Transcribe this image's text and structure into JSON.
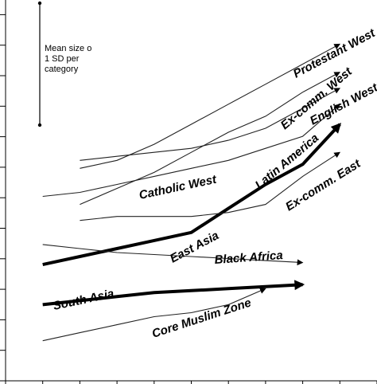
{
  "chart_data": {
    "type": "line",
    "title": "",
    "xlabel": "",
    "ylabel": "",
    "grid": false,
    "annotation": {
      "lines": [
        "Mean size o",
        "1 SD per",
        "category"
      ]
    },
    "series": [
      {
        "name": "Protestant West",
        "emphasis": "thin",
        "x": [
          2,
          3,
          4,
          5,
          6,
          7,
          8,
          9
        ],
        "y": [
          2.5,
          2.7,
          3.1,
          3.6,
          4.1,
          4.6,
          5.1,
          5.6
        ]
      },
      {
        "name": "Ex-comm. West",
        "emphasis": "thin",
        "x": [
          2,
          3,
          4,
          5,
          6,
          7,
          8,
          9
        ],
        "y": [
          1.6,
          2.0,
          2.4,
          2.9,
          3.4,
          3.8,
          4.4,
          4.9
        ]
      },
      {
        "name": "English West",
        "emphasis": "thin",
        "x": [
          2,
          3,
          4,
          5,
          6,
          7,
          8,
          9
        ],
        "y": [
          2.7,
          2.8,
          2.9,
          3.0,
          3.2,
          3.5,
          4.0,
          4.5
        ]
      },
      {
        "name": "Catholic West",
        "emphasis": "thin",
        "x": [
          1,
          2,
          3,
          4,
          5,
          6,
          7,
          8,
          9
        ],
        "y": [
          1.8,
          1.9,
          2.1,
          2.3,
          2.5,
          2.7,
          3.0,
          3.3,
          4.1
        ]
      },
      {
        "name": "Latin America",
        "emphasis": "bold",
        "x": [
          1,
          2,
          3,
          4,
          5,
          6,
          7,
          8,
          9
        ],
        "y": [
          0.1,
          0.3,
          0.5,
          0.7,
          0.9,
          1.5,
          2.1,
          2.6,
          3.6
        ]
      },
      {
        "name": "Ex-comm. East",
        "emphasis": "thin",
        "x": [
          2,
          3,
          4,
          5,
          6,
          7,
          8,
          9
        ],
        "y": [
          1.2,
          1.3,
          1.3,
          1.3,
          1.4,
          1.6,
          2.3,
          2.9
        ]
      },
      {
        "name": "Black Africa",
        "emphasis": "thin",
        "x": [
          1,
          2,
          3,
          4,
          5,
          6,
          7,
          8
        ],
        "y": [
          0.6,
          0.5,
          0.4,
          0.35,
          0.3,
          0.25,
          0.2,
          0.15
        ]
      },
      {
        "name": "South Asia",
        "emphasis": "bold",
        "x": [
          1,
          2,
          3,
          4,
          5,
          6,
          7,
          8
        ],
        "y": [
          -0.9,
          -0.8,
          -0.7,
          -0.6,
          -0.55,
          -0.5,
          -0.45,
          -0.4
        ]
      },
      {
        "name": "Core Muslim Zone",
        "emphasis": "thin",
        "x": [
          1,
          2,
          3,
          4,
          5,
          6,
          7
        ],
        "y": [
          -1.8,
          -1.6,
          -1.4,
          -1.2,
          -1.1,
          -0.9,
          -0.5
        ]
      }
    ],
    "xlim": [
      0,
      10
    ],
    "ylim": [
      -2.8,
      6.7
    ]
  }
}
